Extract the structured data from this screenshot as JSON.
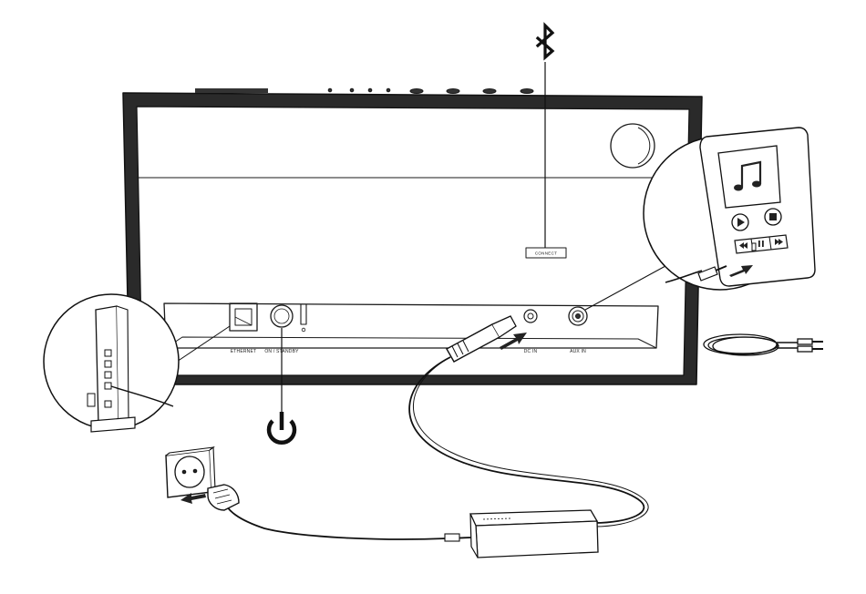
{
  "labels": {
    "connect": "CONNECT",
    "ethernet": "ETHERNET",
    "on_standby": "ON / STANDBY",
    "dc_in": "DC IN",
    "aux_in": "AUX IN"
  },
  "icons": {
    "bluetooth": "bluetooth-icon",
    "power": "power-icon",
    "music_note": "music-note-icon",
    "play": "play-icon",
    "stop": "stop-icon",
    "rewind": "rewind-icon",
    "pause": "pause-icon",
    "fast_forward": "fast-forward-icon"
  },
  "colors": {
    "line": "#1a1a1a",
    "fill": "#ffffff",
    "dark": "#222222"
  }
}
